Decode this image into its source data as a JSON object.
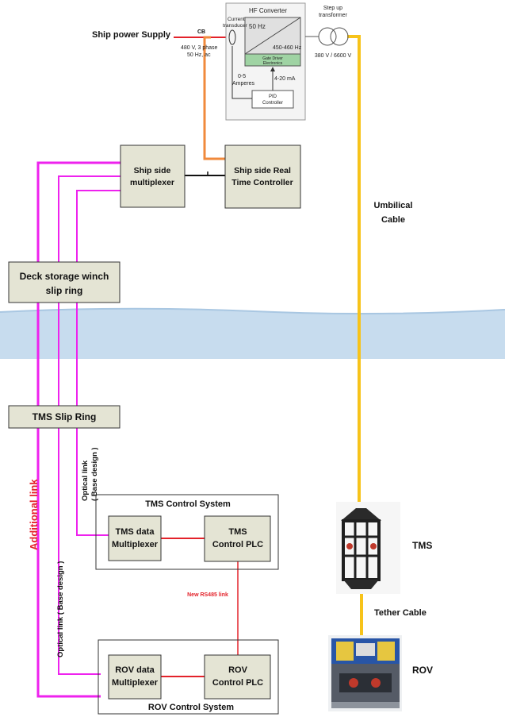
{
  "power": {
    "ship_power_label": "Ship power Supply",
    "cb_label": "CB",
    "supply_spec_line1": "480 V, 3 phase",
    "supply_spec_line2": "50 Hz, ac",
    "current_transducer_line1": "Current",
    "current_transducer_line2": "transducer",
    "amps_line1": "0-5",
    "amps_line2": "Amperes",
    "ma_label": "4-20 mA"
  },
  "hf_converter": {
    "title": "HF Converter",
    "in_freq": "50 Hz",
    "out_freq": "450-460 Hz",
    "gate_driver_line1": "Gate Driver",
    "gate_driver_line2": "Electronics",
    "pid_line1": "PID",
    "pid_line2": "Controller"
  },
  "transformer": {
    "title_line1": "Step up",
    "title_line2": "transformer",
    "rating": "380 V / 6600 V"
  },
  "blocks": {
    "ship_mux_line1": "Ship side",
    "ship_mux_line2": "multiplexer",
    "rtc_line1": "Ship side Real",
    "rtc_line2": "Time Controller",
    "deck_winch_line1": "Deck storage winch",
    "deck_winch_line2": "slip ring",
    "tms_slip_ring": "TMS Slip Ring",
    "tms_data_mux_line1": "TMS data",
    "tms_data_mux_line2": "Multiplexer",
    "tms_plc_line1": "TMS",
    "tms_plc_line2": "Control PLC",
    "rov_data_mux_line1": "ROV data",
    "rov_data_mux_line2": "Multiplexer",
    "rov_plc_line1": "ROV",
    "rov_plc_line2": "Control PLC"
  },
  "systems": {
    "tms_control_system": "TMS Control System",
    "rov_control_system": "ROV Control System"
  },
  "labels": {
    "umbilical_line1": "Umbilical",
    "umbilical_line2": "Cable",
    "tms": "TMS",
    "rov": "ROV",
    "tether": "Tether Cable",
    "rs485": "New RS485 link",
    "additional_link": "Additional link",
    "optical_link_1_line1": "Optical link",
    "optical_link_1_line2": "( Base design )",
    "optical_link_2": "Optical link ( Base design )"
  },
  "colors": {
    "block_fill": "#e4e4d4",
    "magenta_link": "#ee22ee",
    "umbilical": "#f7c31a",
    "power_line": "#f08a3c",
    "red_link": "#e3222a",
    "sea": "#c4dbee"
  }
}
